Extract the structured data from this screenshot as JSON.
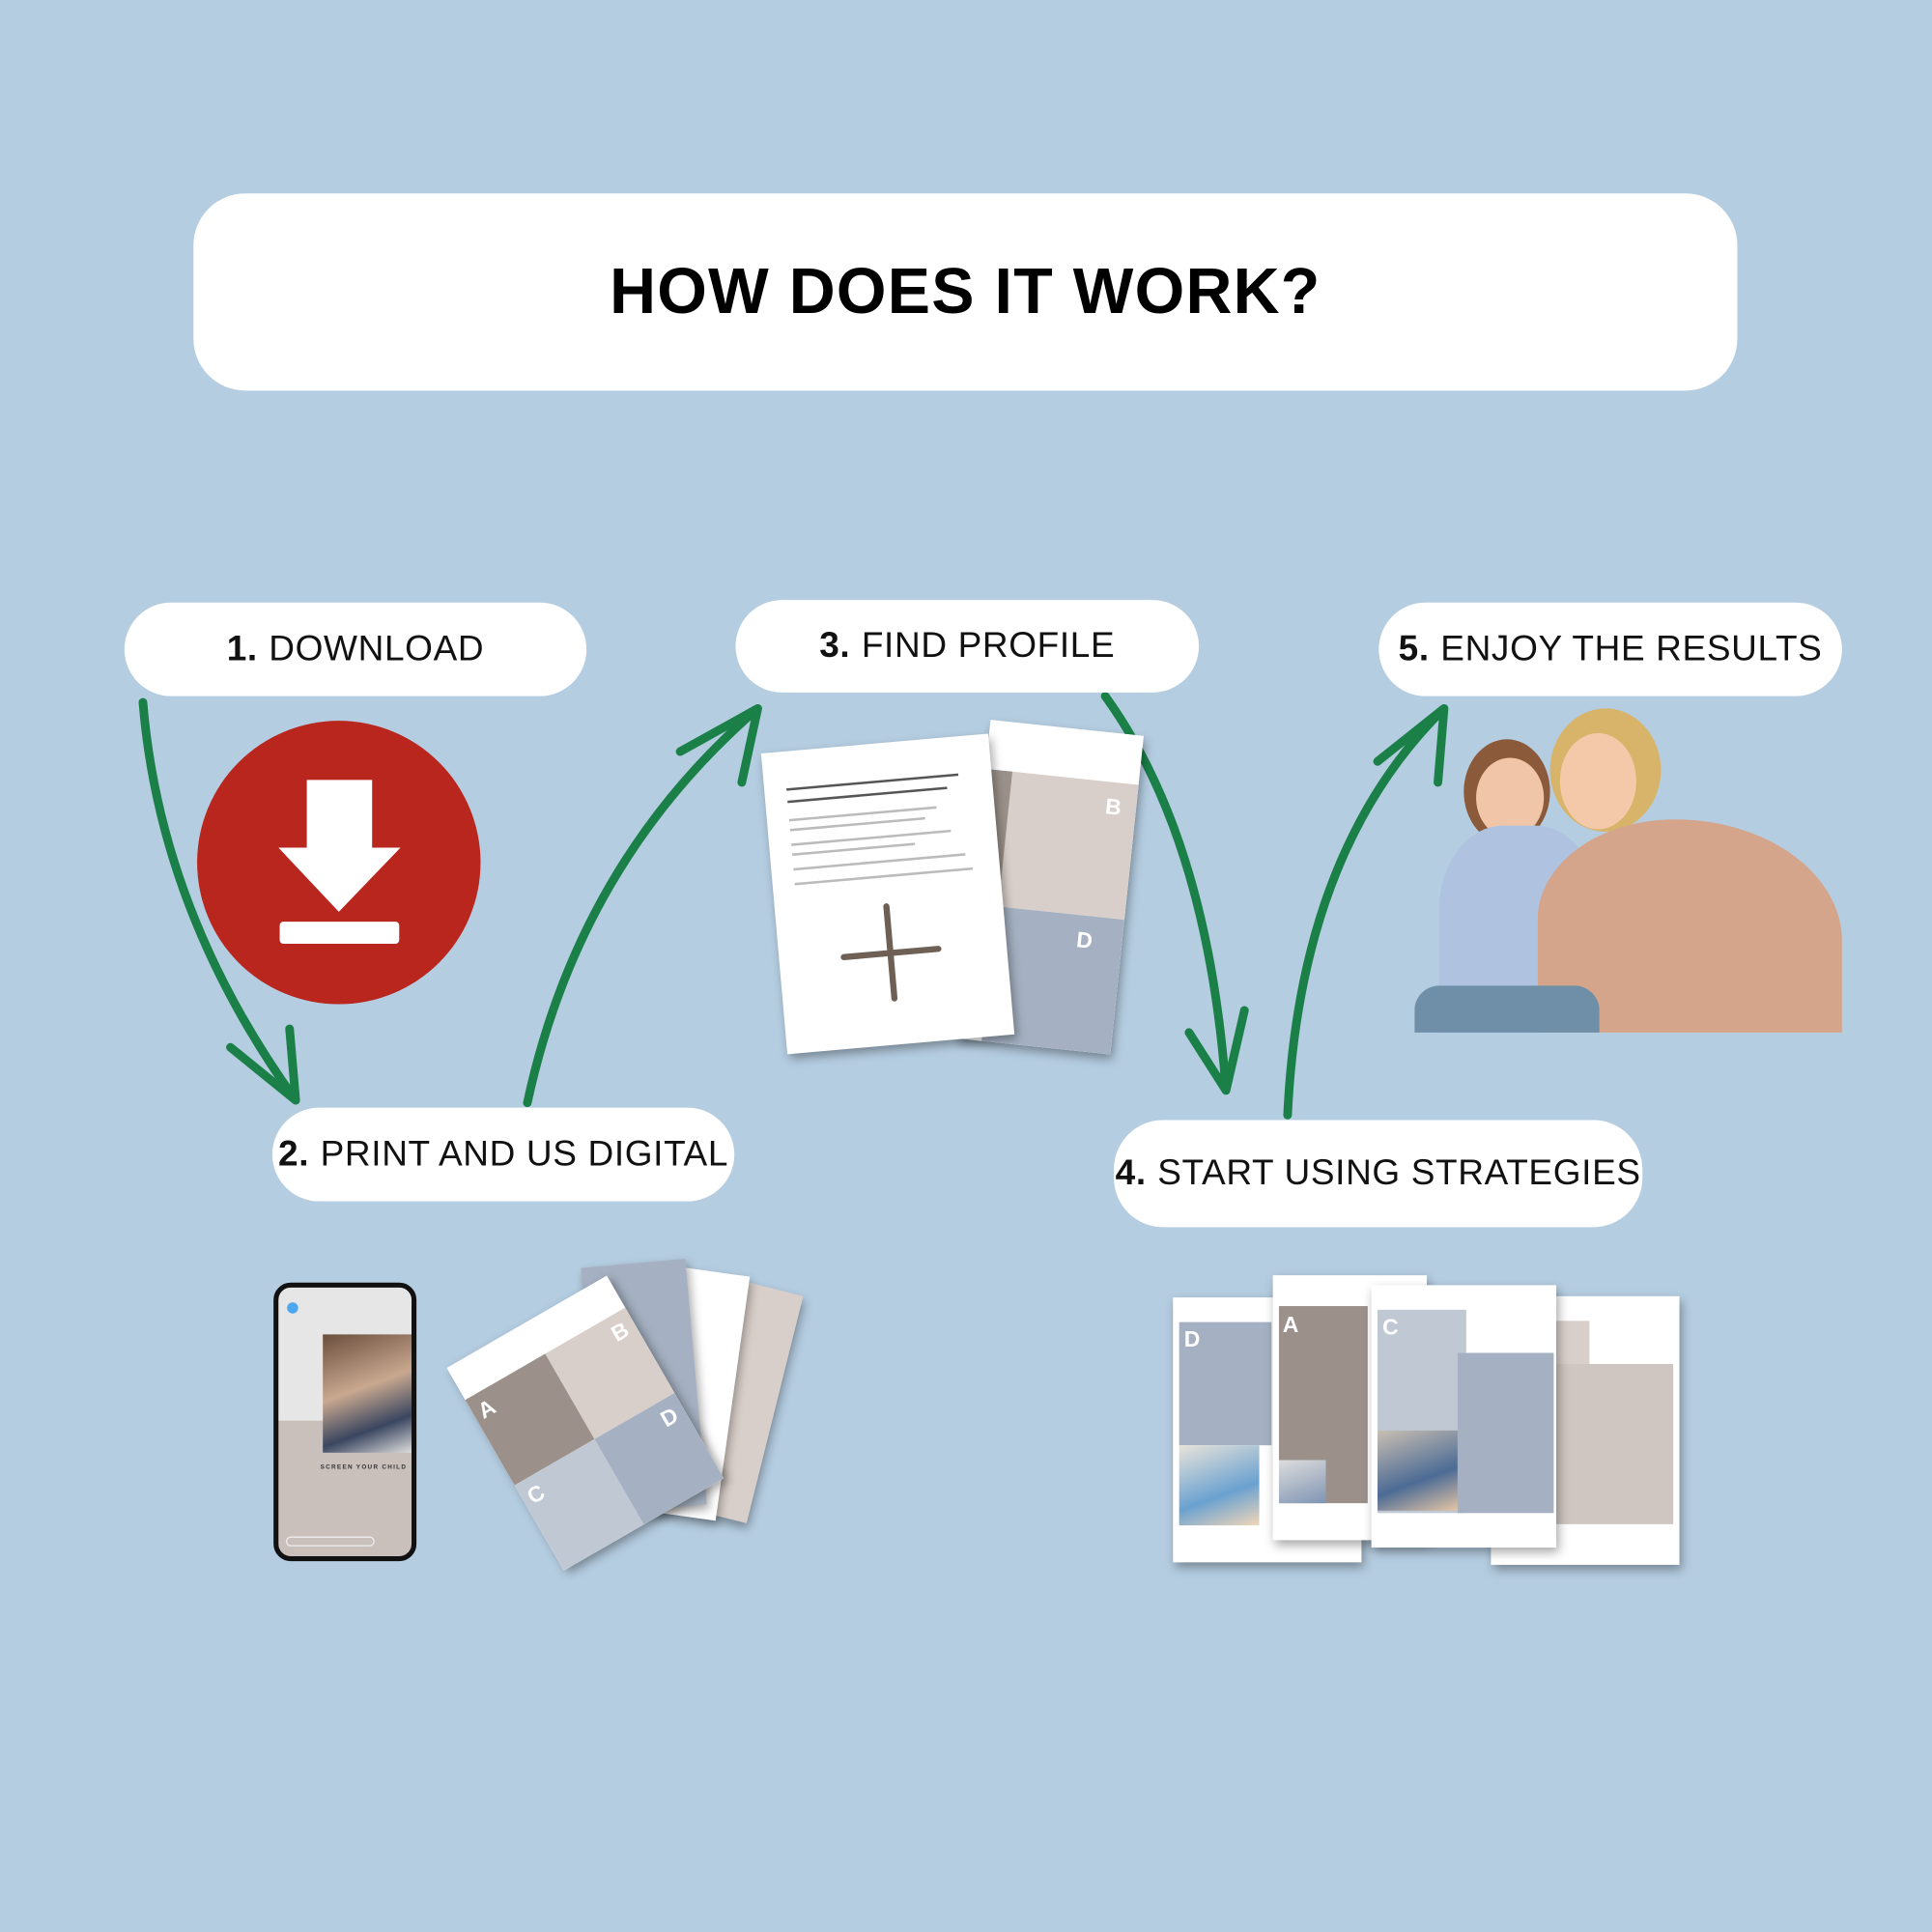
{
  "title": "HOW DOES IT WORK?",
  "steps": [
    {
      "number": "1.",
      "label": "DOWNLOAD"
    },
    {
      "number": "2.",
      "label": "PRINT AND US DIGITAL"
    },
    {
      "number": "3.",
      "label": "FIND PROFILE"
    },
    {
      "number": "4.",
      "label": "START USING STRATEGIES"
    },
    {
      "number": "5.",
      "label": "ENJOY THE RESULTS"
    }
  ],
  "phone": {
    "title": "SCREEN YOUR CHILD"
  },
  "colors": {
    "background": "#B5CDE1",
    "arrow": "#1A8048",
    "download": "#B9261E",
    "taupe": "#D9CFCA",
    "slate": "#A5B1C2",
    "brown": "#9B918A"
  }
}
